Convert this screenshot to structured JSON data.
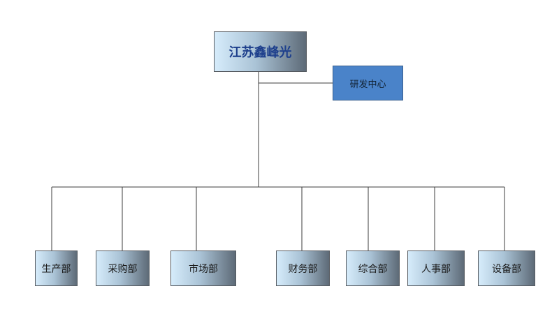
{
  "org_chart": {
    "root": {
      "label": "江苏鑫峰光"
    },
    "assistant": {
      "label": "研发中心"
    },
    "departments": [
      {
        "label": "生产部"
      },
      {
        "label": "采购部"
      },
      {
        "label": "市场部"
      },
      {
        "label": "财务部"
      },
      {
        "label": "综合部"
      },
      {
        "label": "人事部"
      },
      {
        "label": "设备部"
      }
    ]
  },
  "colors": {
    "line": "#3c3c3c",
    "assistant_fill": "#4a83c9",
    "node_gradient_start": "#d6ecfb",
    "node_gradient_end": "#5d6a77",
    "root_text": "#1d3f8c"
  }
}
